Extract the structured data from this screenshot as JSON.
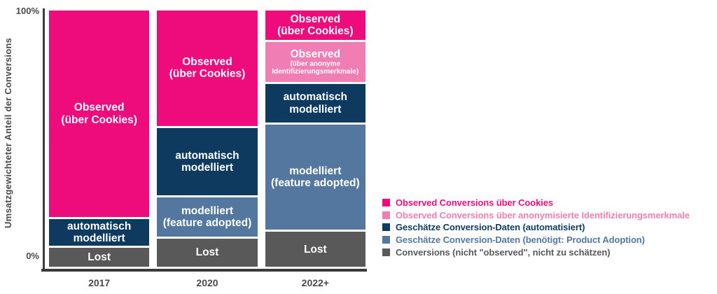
{
  "chart_data": {
    "type": "bar",
    "stacked": true,
    "unit": "percent",
    "ylabel": "Umsatzgewichteter Anteil der Conversions",
    "y_ticks": [
      "100%",
      "0%"
    ],
    "ylim": [
      0,
      100
    ],
    "grid": false,
    "legend_position": "right",
    "categories": [
      "2017",
      "2020",
      "2022+"
    ],
    "colors": {
      "pink": "#ee0c7d",
      "lightpink": "#f07eb4",
      "navy": "#0d3a5e",
      "slate": "#53779f",
      "gray": "#595959"
    },
    "bars": [
      {
        "category": "2017",
        "segments": [
          {
            "name": "observed-cookies",
            "color_key": "pink",
            "value": 82,
            "label_lines": [
              "Observed",
              "(über Cookies)"
            ]
          },
          {
            "name": "automatisch-modelliert",
            "color_key": "navy",
            "value": 10.5,
            "label_lines": [
              "automatisch",
              "modelliert"
            ]
          },
          {
            "name": "lost",
            "color_key": "gray",
            "value": 7.5,
            "label_lines": [
              "Lost"
            ]
          }
        ]
      },
      {
        "category": "2020",
        "segments": [
          {
            "name": "observed-cookies",
            "color_key": "pink",
            "value": 45.5,
            "label_lines": [
              "Observed",
              "(über Cookies)"
            ]
          },
          {
            "name": "automatisch-modelliert",
            "color_key": "navy",
            "value": 26.5,
            "label_lines": [
              "automatisch",
              "modelliert"
            ]
          },
          {
            "name": "modelliert-feature-adopted",
            "color_key": "slate",
            "value": 15.5,
            "label_lines": [
              "modelliert",
              "(feature adopted)"
            ]
          },
          {
            "name": "lost",
            "color_key": "gray",
            "value": 11,
            "label_lines": [
              "Lost"
            ]
          }
        ]
      },
      {
        "category": "2022+",
        "segments": [
          {
            "name": "observed-cookies",
            "color_key": "pink",
            "value": 12,
            "label_lines": [
              "Observed",
              "(über Cookies)"
            ]
          },
          {
            "name": "observed-anonyme",
            "color_key": "lightpink",
            "value": 16,
            "label_lines": [
              "Observed"
            ],
            "small_lines": [
              "(über anonyme",
              "Identifizierungsmerkmale)"
            ]
          },
          {
            "name": "automatisch-modelliert",
            "color_key": "navy",
            "value": 15.5,
            "label_lines": [
              "automatisch",
              "modelliert"
            ]
          },
          {
            "name": "modelliert-feature-adopted",
            "color_key": "slate",
            "value": 42.5,
            "label_lines": [
              "modelliert",
              "(feature adopted)"
            ]
          },
          {
            "name": "lost",
            "color_key": "gray",
            "value": 14,
            "label_lines": [
              "Lost"
            ]
          }
        ]
      }
    ],
    "legend": [
      {
        "label": "Observed Conversions über Cookies",
        "color_key": "pink"
      },
      {
        "label": "Observed Conversions über anonymisierte Identifizierungsmerkmale",
        "color_key": "lightpink"
      },
      {
        "label": "Geschätze Conversion-Daten (automatisiert)",
        "color_key": "navy"
      },
      {
        "label": "Geschätze Conversion-Daten (benötigt: Product Adoption)",
        "color_key": "slate"
      },
      {
        "label": "Conversions (nicht \"observed\", nicht zu schätzen)",
        "color_key": "gray"
      }
    ]
  }
}
